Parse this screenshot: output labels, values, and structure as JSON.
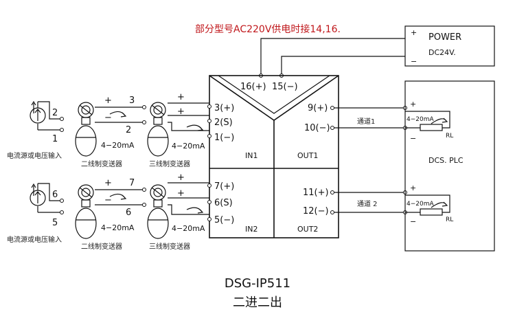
{
  "note": "部分型号AC220V供电时接14,16.",
  "power": {
    "title": "POWER",
    "voltage": "DC24V.",
    "plus": "+",
    "minus": "−"
  },
  "dcs": {
    "label": "DCS. PLC"
  },
  "supply_terminals": {
    "t16": "16(+)",
    "t15": "15(−)"
  },
  "inputs": {
    "in1": {
      "label": "IN1",
      "terminals": [
        "3(+)",
        "2(S)",
        "1(−)"
      ],
      "source": {
        "num_top": "2",
        "num_bottom": "1",
        "caption": "电流源或电压输入"
      },
      "two_wire": {
        "num_plus": "3",
        "num_minus": "2",
        "range": "4−20mA",
        "caption": "二线制变送器"
      },
      "three_wire": {
        "range": "4−20mA",
        "caption": "三线制变送器"
      }
    },
    "in2": {
      "label": "IN2",
      "terminals": [
        "7(+)",
        "6(S)",
        "5(−)"
      ],
      "source": {
        "num_top": "6",
        "num_bottom": "5",
        "caption": "电流源或电压输入"
      },
      "two_wire": {
        "num_plus": "7",
        "num_minus": "6",
        "range": "4−20mA",
        "caption": "二线制变送器"
      },
      "three_wire": {
        "range": "4−20mA",
        "caption": "三线制变送器"
      }
    }
  },
  "outputs": {
    "out1": {
      "label": "OUT1",
      "plus": "9(+)",
      "minus": "10(−)",
      "channel": "通道1",
      "range": "4−20mA",
      "load": "RL"
    },
    "out2": {
      "label": "OUT2",
      "plus": "11(+)",
      "minus": "12(−)",
      "channel": "通道 2",
      "range": "4−20mA",
      "load": "RL"
    }
  },
  "model": "DSG-IP511",
  "subtitle": "二进二出"
}
